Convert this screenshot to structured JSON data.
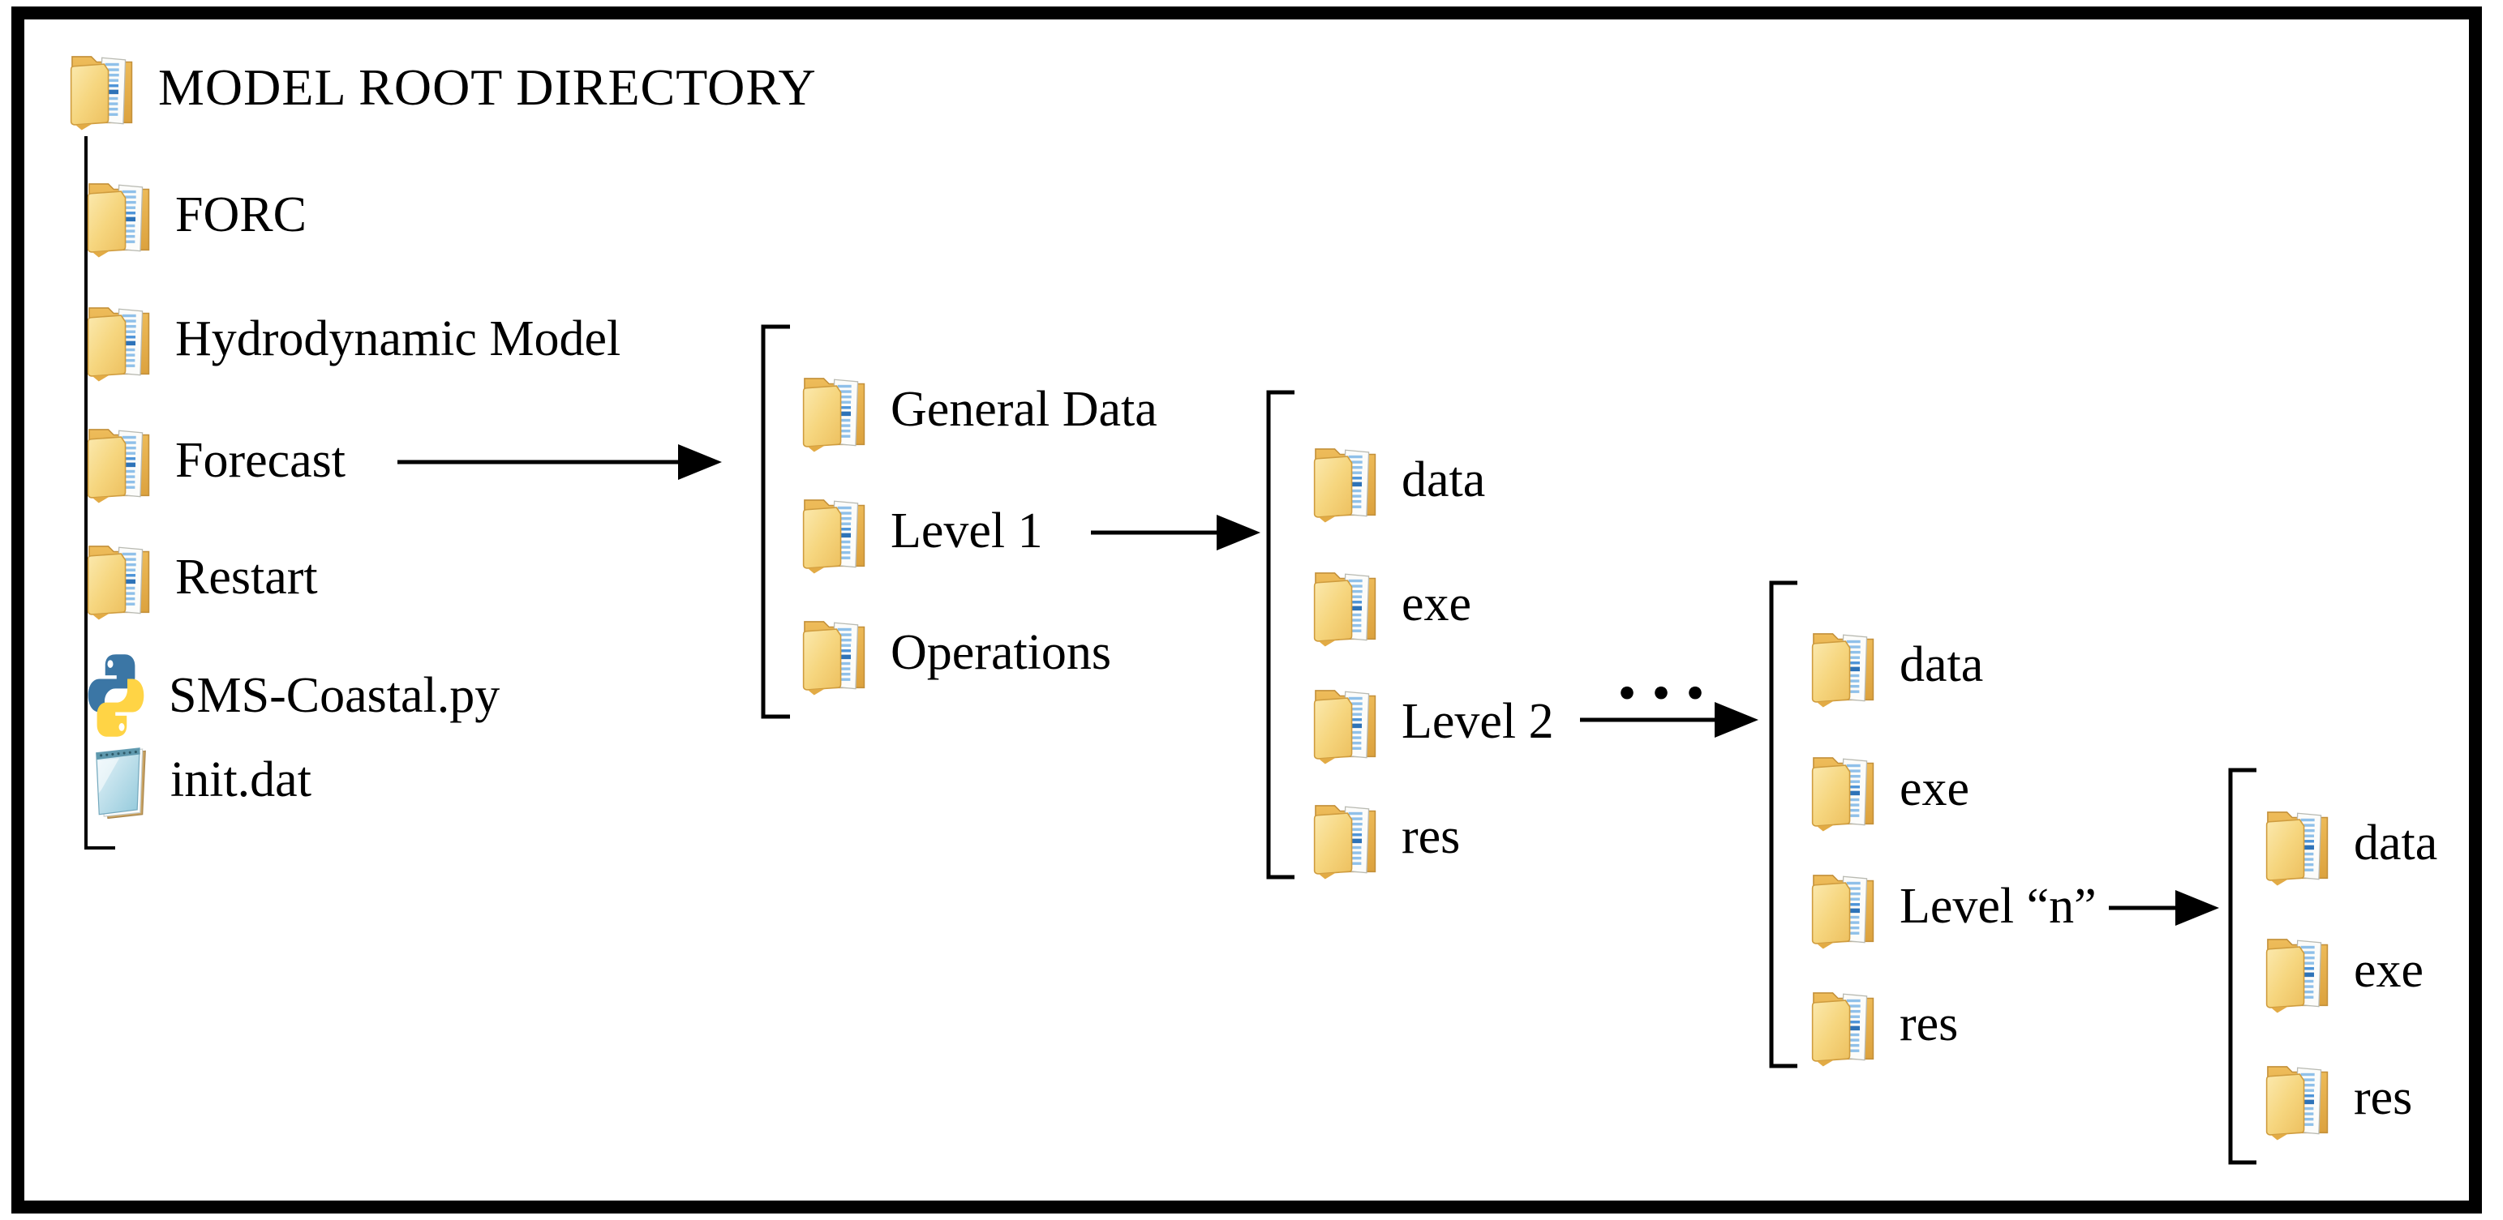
{
  "figure": {
    "title": "MODEL ROOT DIRECTORY",
    "ellipsis": "...",
    "colors": {
      "line": "#000000",
      "folder_front": "#f6d67f",
      "folder_back": "#e2a948",
      "python_blue": "#3b76a5",
      "python_yellow": "#ffd445",
      "notepad_blue": "#a9d3e2",
      "text": "#000000"
    }
  },
  "tree": {
    "root": {
      "label": "MODEL ROOT DIRECTORY",
      "icon": "folder-icon"
    },
    "root_children": [
      {
        "label": "FORC",
        "icon": "folder-icon"
      },
      {
        "label": "Hydrodynamic Model",
        "icon": "folder-icon"
      },
      {
        "label": "Forecast",
        "icon": "folder-icon"
      },
      {
        "label": "Restart",
        "icon": "folder-icon"
      },
      {
        "label": "SMS-Coastal.py",
        "icon": "python-icon"
      },
      {
        "label": "init.dat",
        "icon": "notepad-icon"
      }
    ],
    "forecast_children": [
      {
        "label": "General Data",
        "icon": "folder-icon"
      },
      {
        "label": "Level 1",
        "icon": "folder-icon"
      },
      {
        "label": "Operations",
        "icon": "folder-icon"
      }
    ],
    "level1_children": [
      {
        "label": "data",
        "icon": "folder-icon"
      },
      {
        "label": "exe",
        "icon": "folder-icon"
      },
      {
        "label": "Level 2",
        "icon": "folder-icon"
      },
      {
        "label": "res",
        "icon": "folder-icon"
      }
    ],
    "level2_children": [
      {
        "label": "data",
        "icon": "folder-icon"
      },
      {
        "label": "exe",
        "icon": "folder-icon"
      },
      {
        "label": "Level “n”",
        "icon": "folder-icon"
      },
      {
        "label": "res",
        "icon": "folder-icon"
      }
    ],
    "leveln_children": [
      {
        "label": "data",
        "icon": "folder-icon"
      },
      {
        "label": "exe",
        "icon": "folder-icon"
      },
      {
        "label": "res",
        "icon": "folder-icon"
      }
    ]
  }
}
